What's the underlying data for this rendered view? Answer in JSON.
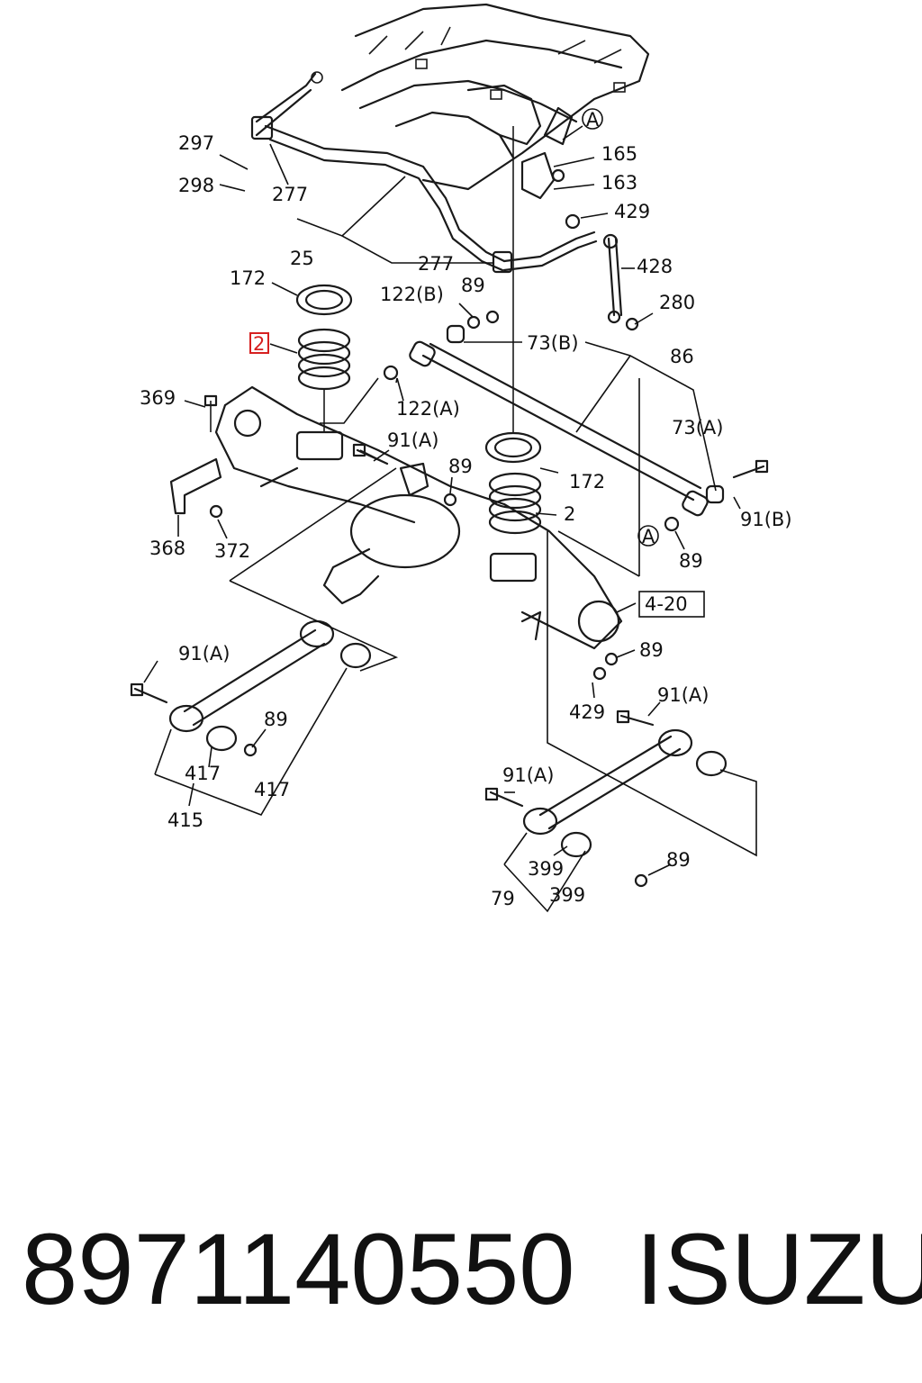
{
  "diagram": {
    "callouts": [
      {
        "id": "c297",
        "text": "297"
      },
      {
        "id": "c298",
        "text": "298"
      },
      {
        "id": "c277a",
        "text": "277"
      },
      {
        "id": "c25",
        "text": "25"
      },
      {
        "id": "c277b",
        "text": "277"
      },
      {
        "id": "c165",
        "text": "165"
      },
      {
        "id": "c163",
        "text": "163"
      },
      {
        "id": "c429a",
        "text": "429"
      },
      {
        "id": "c428",
        "text": "428"
      },
      {
        "id": "c280",
        "text": "280"
      },
      {
        "id": "c172a",
        "text": "172"
      },
      {
        "id": "c122b",
        "text": "122(B)"
      },
      {
        "id": "c89a",
        "text": "89"
      },
      {
        "id": "c73b",
        "text": "73(B)"
      },
      {
        "id": "c86",
        "text": "86"
      },
      {
        "id": "c2a",
        "text": "2"
      },
      {
        "id": "c122a",
        "text": "122(A)"
      },
      {
        "id": "c73a",
        "text": "73(A)"
      },
      {
        "id": "c369",
        "text": "369"
      },
      {
        "id": "c91a1",
        "text": "91(A)"
      },
      {
        "id": "c89b",
        "text": "89"
      },
      {
        "id": "c172b",
        "text": "172"
      },
      {
        "id": "c2b",
        "text": "2"
      },
      {
        "id": "c91b",
        "text": "91(B)"
      },
      {
        "id": "c368",
        "text": "368"
      },
      {
        "id": "c372",
        "text": "372"
      },
      {
        "id": "c89c",
        "text": "89"
      },
      {
        "id": "c420",
        "text": "4-20"
      },
      {
        "id": "c91a2",
        "text": "91(A)"
      },
      {
        "id": "c89d",
        "text": "89"
      },
      {
        "id": "c429b",
        "text": "429"
      },
      {
        "id": "c91a3",
        "text": "91(A)"
      },
      {
        "id": "c89e",
        "text": "89"
      },
      {
        "id": "c417a",
        "text": "417"
      },
      {
        "id": "c417b",
        "text": "417"
      },
      {
        "id": "c415",
        "text": "415"
      },
      {
        "id": "c91a4",
        "text": "91(A)"
      },
      {
        "id": "c399a",
        "text": "399"
      },
      {
        "id": "c89f",
        "text": "89"
      },
      {
        "id": "c79",
        "text": "79"
      },
      {
        "id": "c399b",
        "text": "399"
      }
    ],
    "markers": [
      {
        "id": "mA1",
        "text": "A"
      },
      {
        "id": "mA2",
        "text": "A"
      }
    ],
    "highlight_color": "#d62020"
  },
  "footer": {
    "part_number": "8971140550",
    "brand": "ISUZU"
  }
}
